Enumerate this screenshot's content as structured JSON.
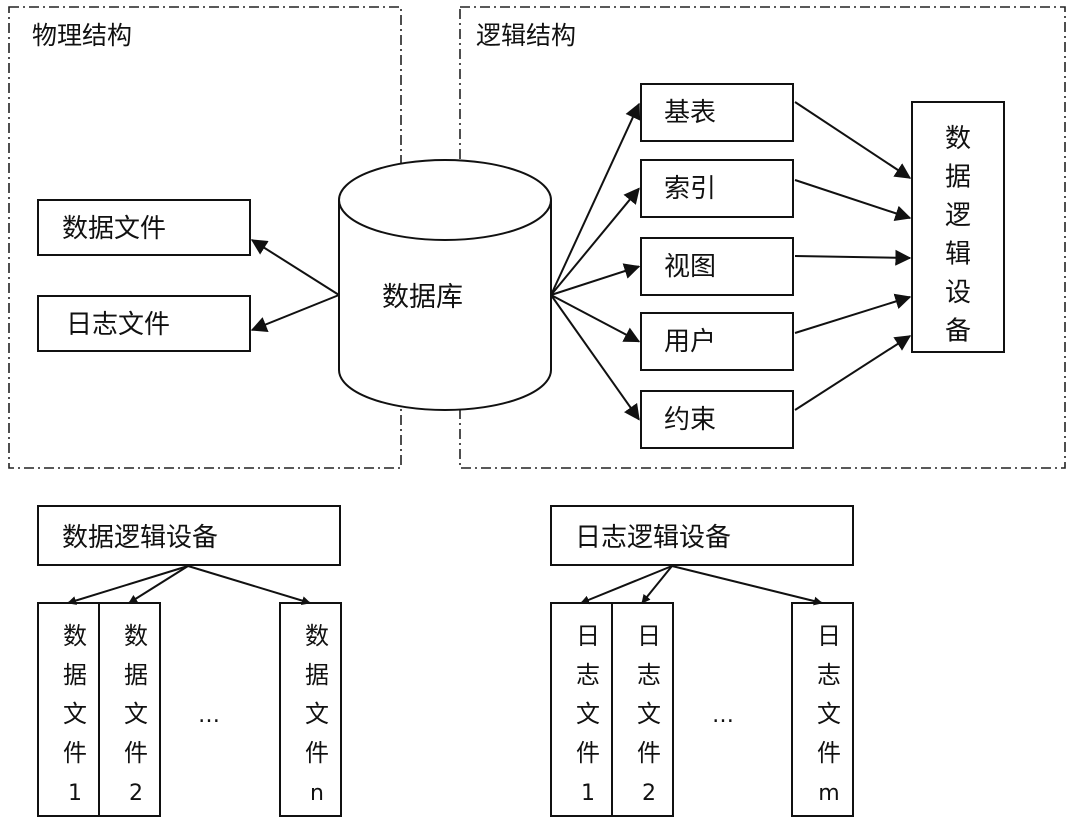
{
  "physical": {
    "title": "物理结构",
    "files": [
      "数据文件",
      "日志文件"
    ]
  },
  "database": {
    "label": "数据库"
  },
  "logical": {
    "title": "逻辑结构",
    "objects": [
      "基表",
      "索引",
      "视图",
      "用户",
      "约束"
    ],
    "device_chars": [
      "数",
      "据",
      "逻",
      "辑",
      "设",
      "备"
    ]
  },
  "data_device": {
    "title": "数据逻辑设备",
    "files": [
      {
        "chars": [
          "数",
          "据",
          "文",
          "件",
          "1"
        ]
      },
      {
        "chars": [
          "数",
          "据",
          "文",
          "件",
          "2"
        ]
      },
      {
        "chars": [
          "数",
          "据",
          "文",
          "件",
          "n"
        ]
      }
    ],
    "ellipsis": "…"
  },
  "log_device": {
    "title": "日志逻辑设备",
    "files": [
      {
        "chars": [
          "日",
          "志",
          "文",
          "件",
          "1"
        ]
      },
      {
        "chars": [
          "日",
          "志",
          "文",
          "件",
          "2"
        ]
      },
      {
        "chars": [
          "日",
          "志",
          "文",
          "件",
          "m"
        ]
      }
    ],
    "ellipsis": "…"
  },
  "colors": {
    "stroke": "#111111",
    "background": "#ffffff"
  }
}
